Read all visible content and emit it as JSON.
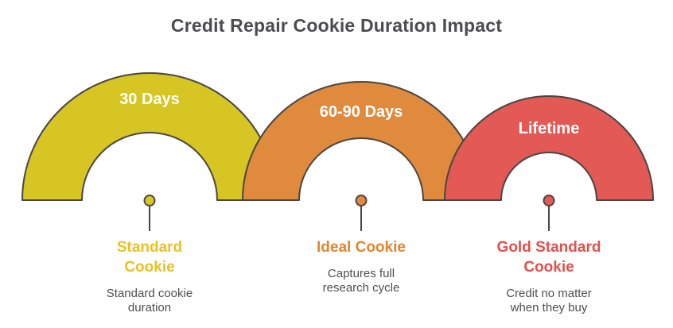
{
  "title": "Credit Repair Cookie Duration Impact",
  "colors": {
    "background": "#ffffff",
    "title_text": "#4b4b51",
    "description_text": "#4f4f4f",
    "arc_outline": "#4b4643",
    "arc_label_text": "#ffffff"
  },
  "segments": [
    {
      "duration": "30 Days",
      "name": "Standard Cookie",
      "name_lines": [
        "Standard",
        "Cookie"
      ],
      "description": "Standard cookie duration",
      "desc_lines": [
        "Standard cookie",
        "duration"
      ],
      "color": "#d6c522",
      "label_color": "#eac125"
    },
    {
      "duration": "60-90 Days",
      "name": "Ideal Cookie",
      "name_lines": [
        "Ideal Cookie"
      ],
      "description": "Captures full research cycle",
      "desc_lines": [
        "Captures full",
        "research cycle"
      ],
      "color": "#df8a3d",
      "label_color": "#e0862f"
    },
    {
      "duration": "Lifetime",
      "name": "Gold Standard Cookie",
      "name_lines": [
        "Gold Standard",
        "Cookie"
      ],
      "description": "Credit no matter when they buy",
      "desc_lines": [
        "Credit no matter",
        "when they buy"
      ],
      "color": "#e25955",
      "label_color": "#e2504c"
    }
  ]
}
